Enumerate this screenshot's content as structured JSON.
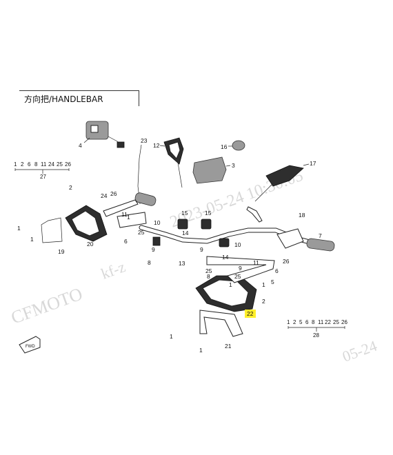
{
  "page": {
    "title": "方向把/HANDLEBAR"
  },
  "watermark": {
    "brand": "CFMOTO",
    "code": "kf-z",
    "stamp": "2023-05-24 10:30:05",
    "stamp_tail": "05-24"
  },
  "highlight": {
    "label": "22",
    "color": "#ffef2a"
  },
  "group_27": {
    "items": [
      "1",
      "2",
      "6",
      "8",
      "11",
      "24",
      "25",
      "26"
    ],
    "total": "27"
  },
  "group_28": {
    "items": [
      "1",
      "2",
      "5",
      "6",
      "8",
      "11",
      "22",
      "25",
      "26"
    ],
    "total": "28"
  },
  "callouts": {
    "c4": "4",
    "c23": "23",
    "c12": "12",
    "c16": "16",
    "c3": "3",
    "c17": "17",
    "c2a": "2",
    "c24": "24",
    "c26a": "26",
    "c1a": "1",
    "c15a": "15",
    "c15b": "15",
    "c10a": "10",
    "c10b": "10",
    "c18": "18",
    "c7": "7",
    "c14a": "14",
    "c14b": "14",
    "c25a": "25",
    "c25b": "25",
    "c25c": "25",
    "c9a": "9",
    "c9b": "9",
    "c9c": "9",
    "c8a": "8",
    "c8b": "8",
    "c1b": "1",
    "c1c": "1",
    "c1d": "1",
    "c1e": "1",
    "c1f": "1",
    "c1g": "1",
    "c20": "20",
    "c19": "19",
    "c11a": "11",
    "c11b": "11",
    "c6a": "6",
    "c6b": "6",
    "c13": "13",
    "c26b": "26",
    "c5": "5",
    "c2b": "2",
    "c21": "21"
  },
  "fwd_arrow": "FWD"
}
